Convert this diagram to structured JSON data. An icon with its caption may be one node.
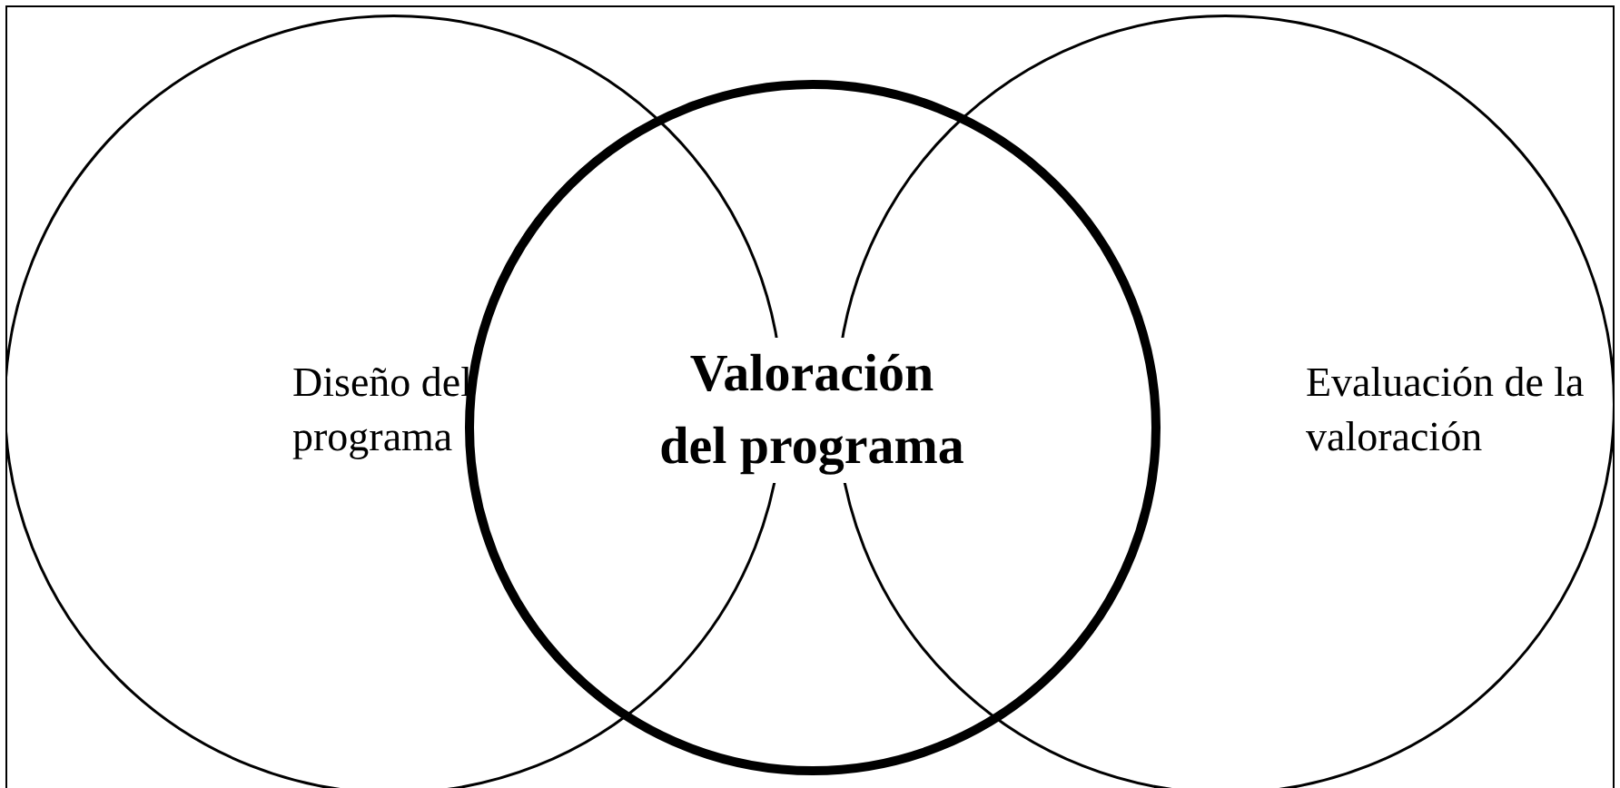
{
  "diagram": {
    "nodes": [
      {
        "text": [
          "Diseño del programa"
        ]
      },
      {
        "text": [
          "Evaluación de la valoración"
        ]
      },
      {
        "text": [
          "Valoración del programa"
        ]
      }
    ]
  }
}
